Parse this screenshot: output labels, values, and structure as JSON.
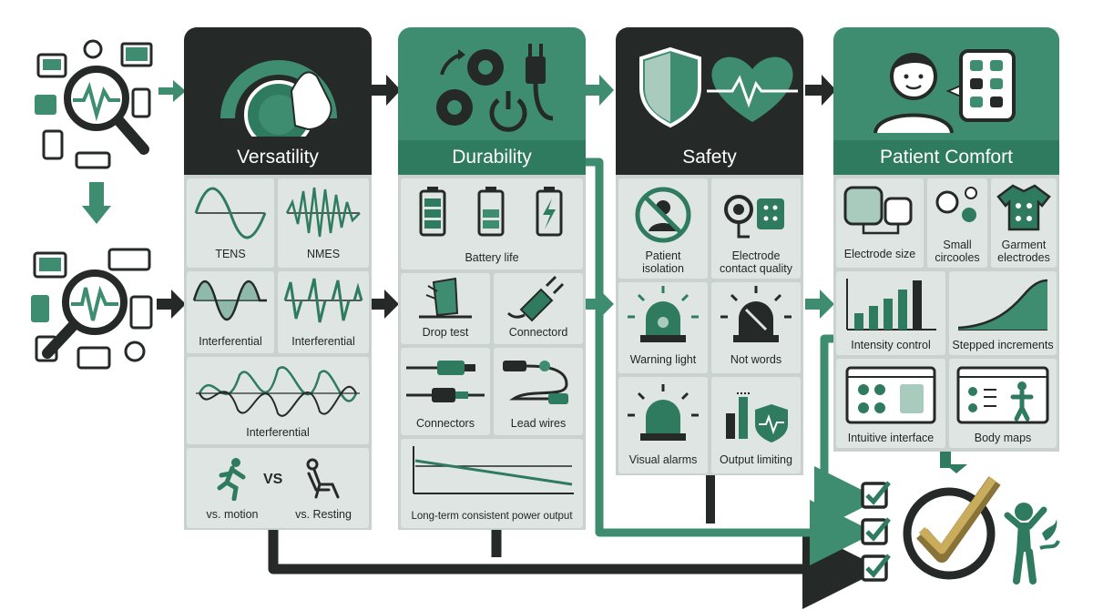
{
  "columns": {
    "versatility": {
      "title": "Versatility",
      "cells": {
        "tens": "TENS",
        "nmes": "NMES",
        "interferential_a": "Interferential",
        "interferential_b": "Interferential",
        "interferential_c": "Interferential",
        "vs_text": "VS",
        "motion": "vs. motion",
        "resting": "vs. Resting"
      }
    },
    "durability": {
      "title": "Durability",
      "cells": {
        "battery_life": "Battery life",
        "drop_test": "Drop test",
        "connectord": "Connectord",
        "connectors": "Connectors",
        "lead_wires": "Lead wires",
        "power_output": "Long-term consistent power output"
      }
    },
    "safety": {
      "title": "Safety",
      "cells": {
        "patient_isolation": "Patient\nisolation",
        "electrode_contact": "Electrode\ncontact quality",
        "warning_light": "Warning light",
        "not_words": "Not words",
        "visual_alarms": "Visual alarms",
        "output_limiting": "Output limiting"
      }
    },
    "comfort": {
      "title": "Patient Comfort",
      "cells": {
        "electrode_size": "Electrode size",
        "small_circooles": "Small\ncircooles",
        "garment_electrodes": "Garment\nelectrodes",
        "intensity_control": "Intensity control",
        "stepped_increments": "Stepped increments",
        "intuitive_interface": "Intuitive interface",
        "body_maps": "Body maps"
      }
    }
  },
  "colors": {
    "dark": "#252a28",
    "green": "#3f8d71",
    "green_dark": "#2f7b60",
    "cell_bg": "#dfe5e2",
    "gold": "#b59a4e"
  }
}
